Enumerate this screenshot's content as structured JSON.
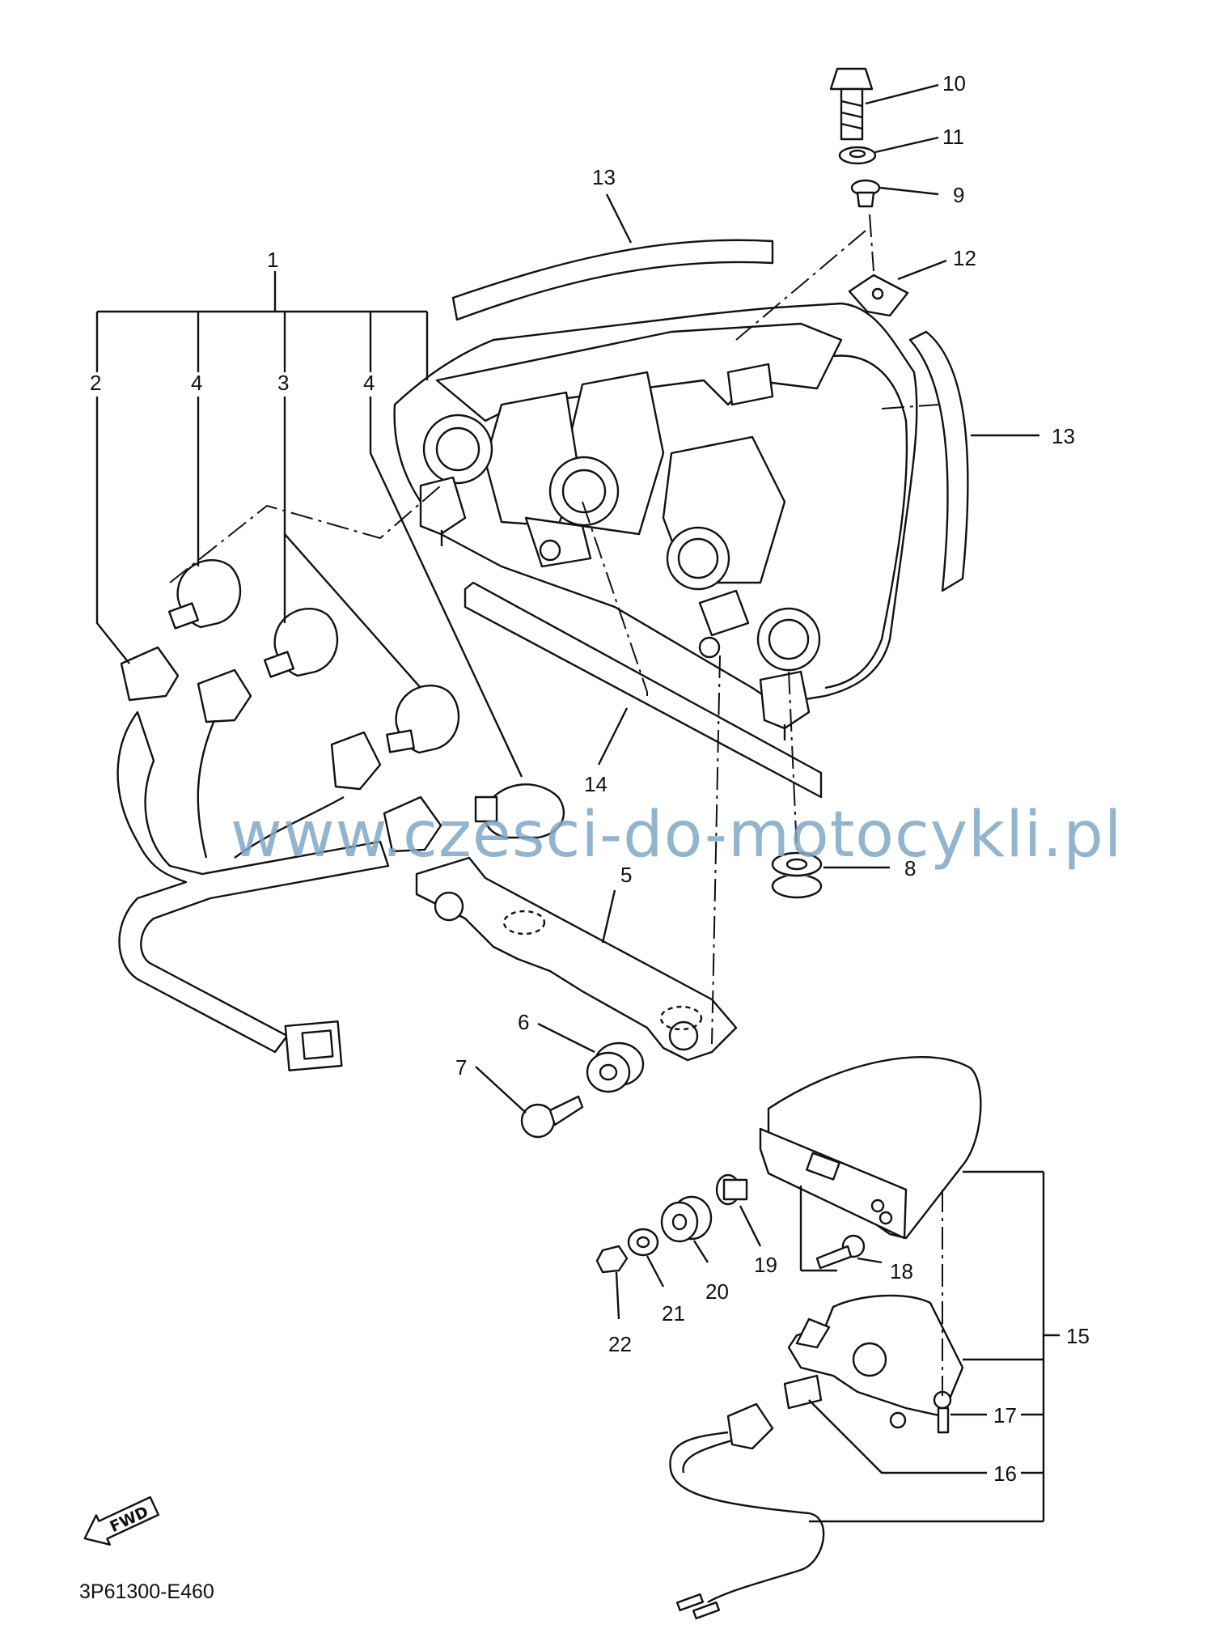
{
  "diagram": {
    "code": "3P61300-E460",
    "watermark": "www.czesci-do-motocykli.pl",
    "fwd_label": "FWD",
    "callouts": [
      "1",
      "2",
      "3",
      "4",
      "4",
      "5",
      "6",
      "7",
      "8",
      "9",
      "10",
      "11",
      "12",
      "13",
      "13",
      "14",
      "15",
      "16",
      "17",
      "18",
      "19",
      "20",
      "21",
      "22"
    ]
  }
}
